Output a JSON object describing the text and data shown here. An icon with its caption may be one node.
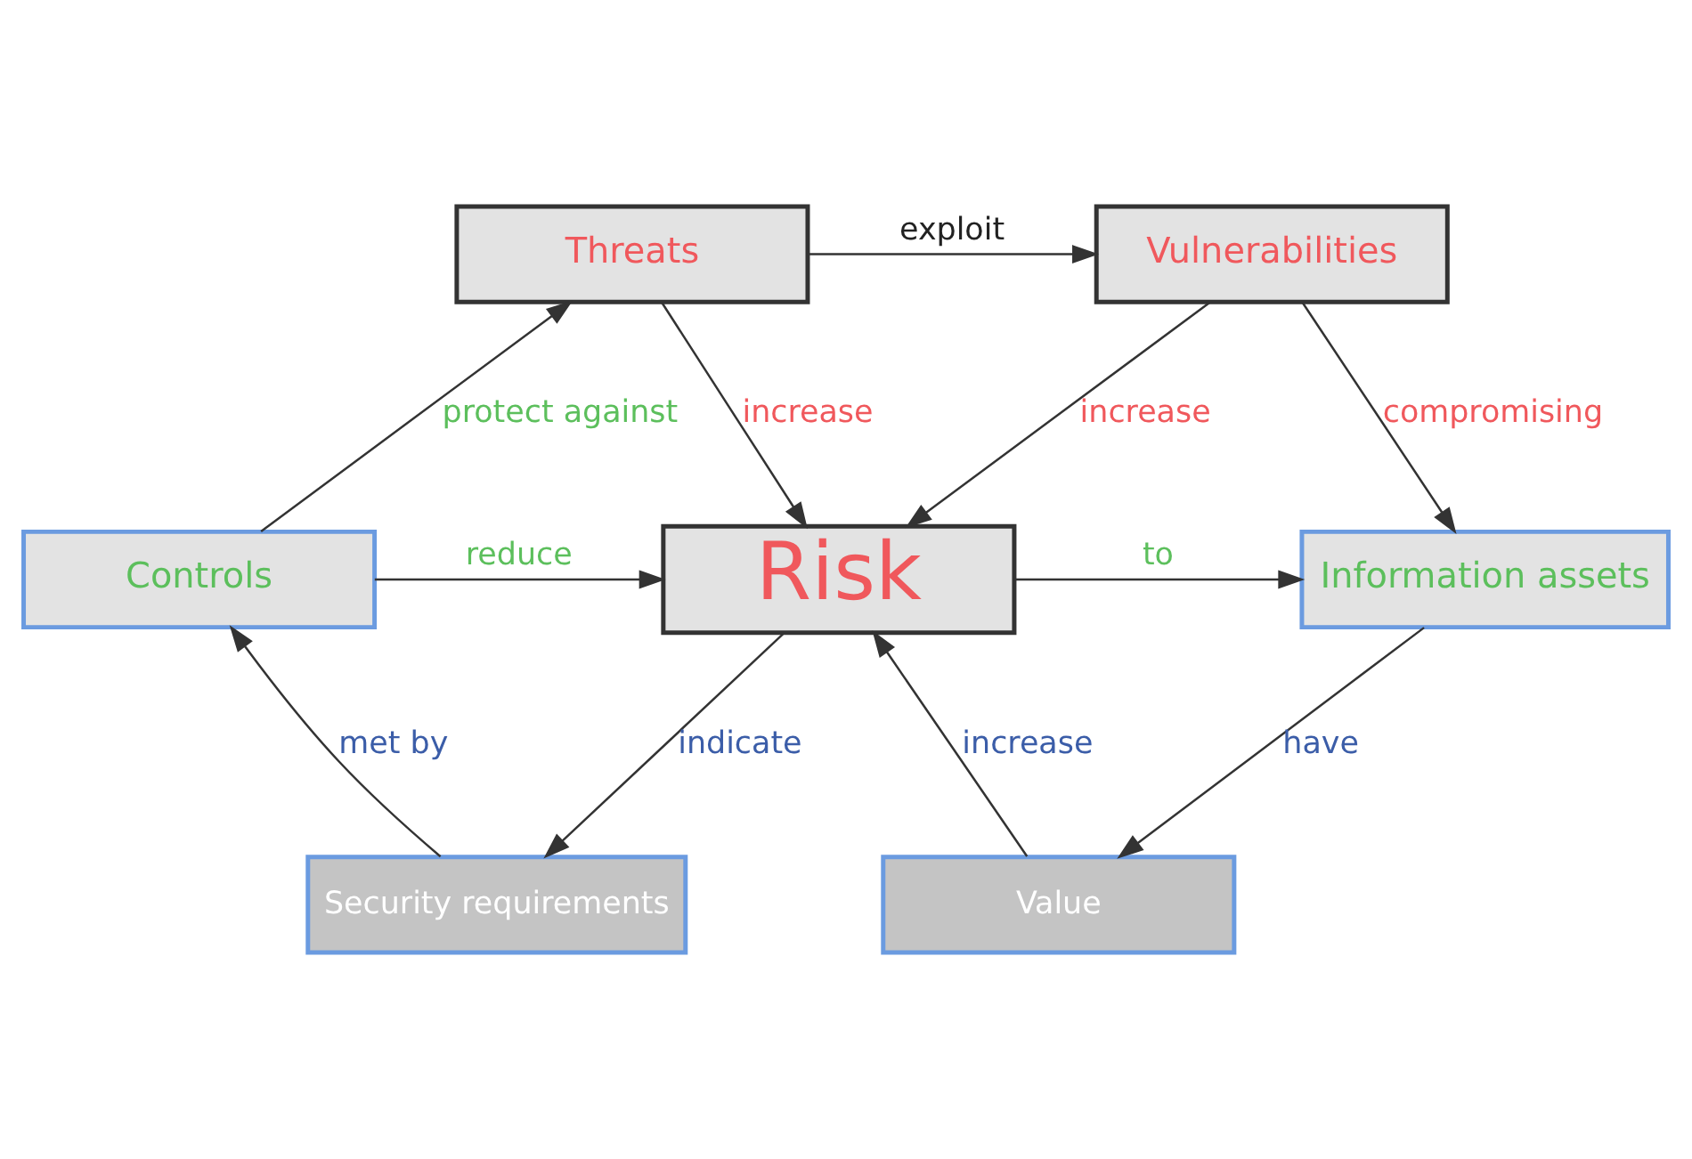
{
  "diagram": {
    "nodes": [
      {
        "text": [
          "Threats"
        ]
      },
      {
        "text": [
          "Vulnerabilities"
        ]
      },
      {
        "text": [
          "Controls"
        ]
      },
      {
        "text": [
          "Risk"
        ]
      },
      {
        "text": [
          "Information assets"
        ]
      },
      {
        "text": [
          "Security requirements"
        ]
      },
      {
        "text": [
          "Value"
        ]
      }
    ],
    "edges": [
      {
        "from": 0,
        "to": 1,
        "arrow": "to",
        "label": "exploit"
      },
      {
        "from": 0,
        "to": 3,
        "arrow": "to",
        "label": "increase"
      },
      {
        "from": 1,
        "to": 3,
        "arrow": "to",
        "label": "increase"
      },
      {
        "from": 1,
        "to": 4,
        "arrow": "to",
        "label": "compromising"
      },
      {
        "from": 2,
        "to": 0,
        "arrow": "to",
        "label": "protect against"
      },
      {
        "from": 2,
        "to": 3,
        "arrow": "to",
        "label": "reduce"
      },
      {
        "from": 3,
        "to": 4,
        "arrow": "to",
        "label": "to"
      },
      {
        "from": 5,
        "to": 2,
        "arrow": "to",
        "label": "met by"
      },
      {
        "from": 3,
        "to": 5,
        "arrow": "to",
        "label": "indicate"
      },
      {
        "from": 6,
        "to": 3,
        "arrow": "to",
        "label": "increase"
      },
      {
        "from": 4,
        "to": 6,
        "arrow": "to",
        "label": "have"
      }
    ]
  }
}
